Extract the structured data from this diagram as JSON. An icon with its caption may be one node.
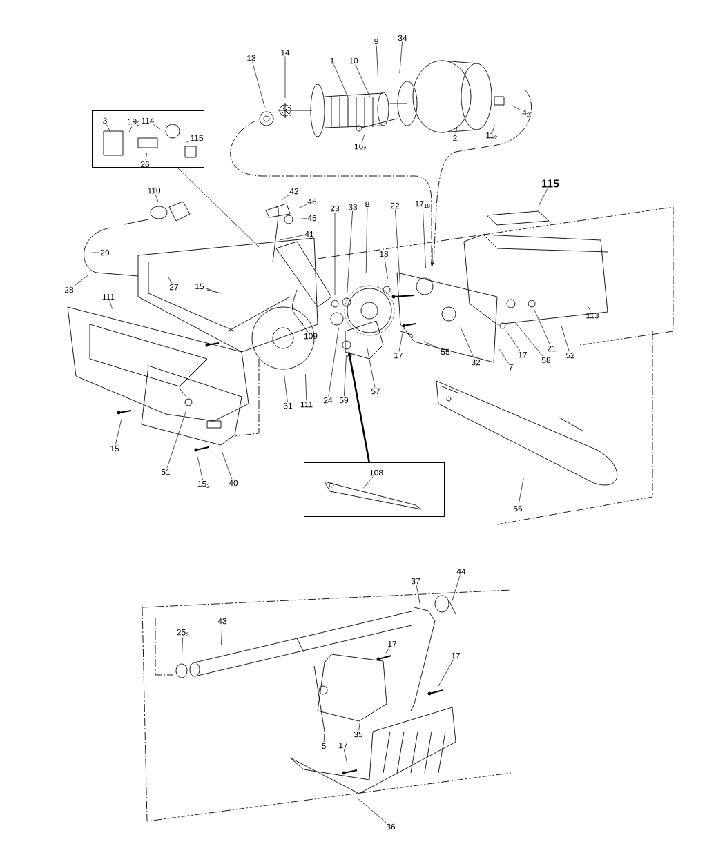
{
  "diagram": {
    "nodes": [
      {
        "text": [
          "13"
        ]
      },
      {
        "text": [
          "14"
        ]
      },
      {
        "text": [
          "1"
        ]
      },
      {
        "text": [
          "10"
        ]
      },
      {
        "text": [
          "9"
        ]
      },
      {
        "text": [
          "34"
        ]
      },
      {
        "text": [
          "2"
        ]
      },
      {
        "text": [
          "16$_{2}$"
        ]
      },
      {
        "text": [
          "11$_{2}$"
        ]
      },
      {
        "text": [
          "4$_{2}$"
        ]
      },
      {
        "text": [],
        "shape": "box"
      },
      {
        "text": [
          "3"
        ],
        "in": 10
      },
      {
        "text": [
          "19$_{3}$"
        ],
        "in": 10
      },
      {
        "text": [
          "114"
        ],
        "in": 10
      },
      {
        "text": [
          "115"
        ],
        "in": 10
      },
      {
        "text": [
          "26"
        ],
        "in": 10
      },
      {
        "text": [
          "115"
        ]
      },
      {
        "text": [
          "110"
        ]
      },
      {
        "text": [
          "42"
        ]
      },
      {
        "text": [
          "46"
        ]
      },
      {
        "text": [
          "45"
        ]
      },
      {
        "text": [
          "41"
        ]
      },
      {
        "text": [
          "29"
        ]
      },
      {
        "text": [
          "28"
        ]
      },
      {
        "text": [
          "27"
        ]
      },
      {
        "text": [
          "15"
        ]
      },
      {
        "text": [
          "111"
        ]
      },
      {
        "text": [
          "23"
        ]
      },
      {
        "text": [
          "33"
        ]
      },
      {
        "text": [
          "8"
        ]
      },
      {
        "text": [
          "22"
        ]
      },
      {
        "text": [
          "17$_{18}$"
        ]
      },
      {
        "text": [
          "18"
        ]
      },
      {
        "text": [
          "109"
        ]
      },
      {
        "text": [
          "113"
        ]
      },
      {
        "text": [
          "31"
        ]
      },
      {
        "text": [
          "111"
        ]
      },
      {
        "text": [
          "24"
        ]
      },
      {
        "text": [
          "59"
        ]
      },
      {
        "text": [
          "57"
        ]
      },
      {
        "text": [
          "17"
        ]
      },
      {
        "text": [
          "55"
        ]
      },
      {
        "text": [
          "32"
        ]
      },
      {
        "text": [
          "7"
        ]
      },
      {
        "text": [
          "17"
        ]
      },
      {
        "text": [
          "58"
        ]
      },
      {
        "text": [
          "21"
        ]
      },
      {
        "text": [
          "52"
        ]
      },
      {
        "text": [
          "15"
        ]
      },
      {
        "text": [
          "51"
        ]
      },
      {
        "text": [
          "15$_{2}$"
        ]
      },
      {
        "text": [
          "40"
        ]
      },
      {
        "text": [],
        "shape": "box"
      },
      {
        "text": [
          "108"
        ],
        "in": 52
      },
      {
        "text": [
          "56"
        ]
      },
      {
        "text": [
          "37"
        ]
      },
      {
        "text": [
          "44"
        ]
      },
      {
        "text": [
          "25$_{2}$"
        ]
      },
      {
        "text": [
          "43"
        ]
      },
      {
        "text": [
          "17"
        ]
      },
      {
        "text": [
          "17"
        ]
      },
      {
        "text": [
          "35"
        ]
      },
      {
        "text": [
          "5"
        ]
      },
      {
        "text": [
          "17"
        ]
      },
      {
        "text": [
          "36"
        ]
      }
    ],
    "edges": [
      {
        "from": 0,
        "to": null,
        "arrow": "none"
      },
      {
        "from": 1,
        "to": null,
        "arrow": "none"
      },
      {
        "from": 2,
        "to": null,
        "arrow": "none"
      },
      {
        "from": 3,
        "to": null,
        "arrow": "none"
      },
      {
        "from": 4,
        "to": null,
        "arrow": "none"
      },
      {
        "from": 5,
        "to": null,
        "arrow": "none"
      },
      {
        "from": 6,
        "to": null,
        "arrow": "none"
      },
      {
        "from": 7,
        "to": null,
        "arrow": "none"
      },
      {
        "from": 8,
        "to": null,
        "arrow": "none"
      },
      {
        "from": 9,
        "to": null,
        "arrow": "none"
      },
      {
        "from": 10,
        "to": null,
        "arrow": "none"
      },
      {
        "from": 11,
        "to": null,
        "arrow": "none"
      },
      {
        "from": 12,
        "to": null,
        "arrow": "none"
      },
      {
        "from": 13,
        "to": null,
        "arrow": "none"
      },
      {
        "from": 14,
        "to": null,
        "arrow": "none"
      },
      {
        "from": 15,
        "to": null,
        "arrow": "none"
      },
      {
        "from": 16,
        "to": null,
        "arrow": "none"
      },
      {
        "from": 17,
        "to": null,
        "arrow": "none"
      },
      {
        "from": 18,
        "to": null,
        "arrow": "none"
      },
      {
        "from": 19,
        "to": null,
        "arrow": "none"
      },
      {
        "from": 20,
        "to": null,
        "arrow": "none"
      },
      {
        "from": 21,
        "to": null,
        "arrow": "none"
      },
      {
        "from": 22,
        "to": null,
        "arrow": "none"
      },
      {
        "from": 23,
        "to": null,
        "arrow": "none"
      },
      {
        "from": 24,
        "to": null,
        "arrow": "none"
      },
      {
        "from": 25,
        "to": null,
        "arrow": "none"
      },
      {
        "from": 26,
        "to": null,
        "arrow": "none"
      },
      {
        "from": 27,
        "to": null,
        "arrow": "none"
      },
      {
        "from": 28,
        "to": null,
        "arrow": "none"
      },
      {
        "from": 29,
        "to": null,
        "arrow": "none"
      },
      {
        "from": 30,
        "to": null,
        "arrow": "none"
      },
      {
        "from": 31,
        "to": null,
        "arrow": "none"
      },
      {
        "from": 32,
        "to": null,
        "arrow": "none"
      },
      {
        "from": 33,
        "to": null,
        "arrow": "none"
      },
      {
        "from": 34,
        "to": null,
        "arrow": "none"
      },
      {
        "from": 35,
        "to": null,
        "arrow": "none"
      },
      {
        "from": 36,
        "to": null,
        "arrow": "none"
      },
      {
        "from": 37,
        "to": null,
        "arrow": "none"
      },
      {
        "from": 38,
        "to": null,
        "arrow": "none"
      },
      {
        "from": 39,
        "to": null,
        "arrow": "none"
      },
      {
        "from": 40,
        "to": null,
        "arrow": "none"
      },
      {
        "from": 41,
        "to": null,
        "arrow": "none"
      },
      {
        "from": 42,
        "to": null,
        "arrow": "none"
      },
      {
        "from": 43,
        "to": null,
        "arrow": "none"
      },
      {
        "from": 44,
        "to": null,
        "arrow": "none"
      },
      {
        "from": 45,
        "to": null,
        "arrow": "none"
      },
      {
        "from": 46,
        "to": null,
        "arrow": "none"
      },
      {
        "from": 47,
        "to": null,
        "arrow": "none"
      },
      {
        "from": 48,
        "to": null,
        "arrow": "none"
      },
      {
        "from": 49,
        "to": null,
        "arrow": "none"
      },
      {
        "from": 50,
        "to": null,
        "arrow": "none"
      },
      {
        "from": 51,
        "to": null,
        "arrow": "none"
      },
      {
        "from": 52,
        "to": null,
        "arrow": "to",
        "style": "thick"
      },
      {
        "from": 53,
        "to": null,
        "arrow": "none"
      },
      {
        "from": 54,
        "to": null,
        "arrow": "none"
      },
      {
        "from": 55,
        "to": null,
        "arrow": "none"
      },
      {
        "from": 56,
        "to": null,
        "arrow": "none"
      },
      {
        "from": 57,
        "to": null,
        "arrow": "none"
      },
      {
        "from": 58,
        "to": null,
        "arrow": "none"
      },
      {
        "from": 59,
        "to": null,
        "arrow": "none"
      },
      {
        "from": 60,
        "to": null,
        "arrow": "none"
      },
      {
        "from": 61,
        "to": null,
        "arrow": "none"
      },
      {
        "from": 62,
        "to": null,
        "arrow": "none"
      },
      {
        "from": 63,
        "to": null,
        "arrow": "none"
      },
      {
        "from": 64,
        "to": null,
        "arrow": "none"
      }
    ]
  }
}
